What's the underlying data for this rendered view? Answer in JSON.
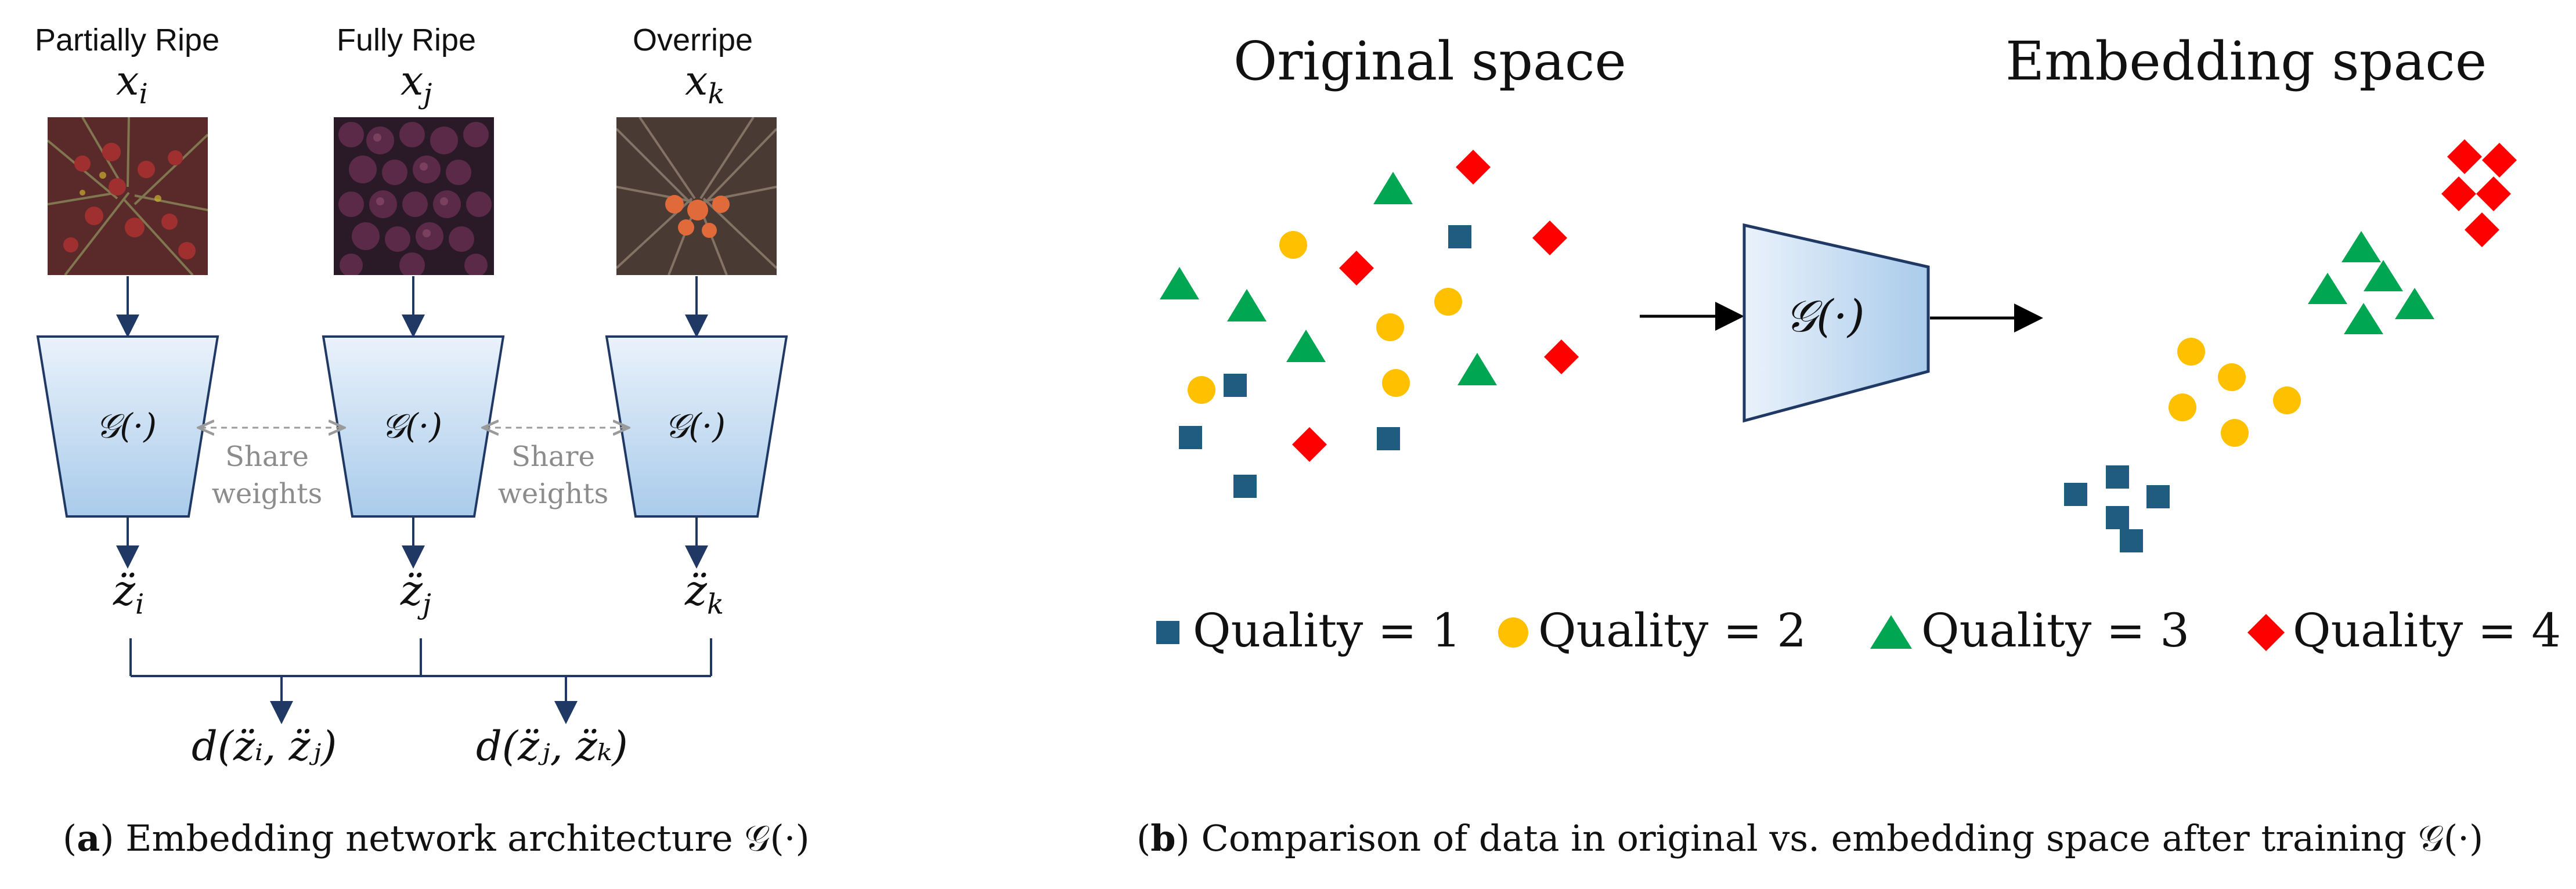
{
  "panel_a": {
    "inputs": [
      {
        "label": "Partially Ripe",
        "var": "x",
        "sub": "i",
        "photo": "partially-ripe-fruit"
      },
      {
        "label": "Fully Ripe",
        "var": "x",
        "sub": "j",
        "photo": "fully-ripe-fruit"
      },
      {
        "label": "Overripe",
        "var": "x",
        "sub": "k",
        "photo": "overripe-fruit"
      }
    ],
    "encoder_label": "𝒢(·)",
    "share_weights": [
      "Share",
      "weights"
    ],
    "outputs": [
      {
        "var": "z̈",
        "sub": "i"
      },
      {
        "var": "z̈",
        "sub": "j"
      },
      {
        "var": "z̈",
        "sub": "k"
      }
    ],
    "distances": [
      "d(z̈ᵢ, z̈ⱼ)",
      "d(z̈ⱼ, z̈ₖ)"
    ],
    "caption_tag": "a",
    "caption_text": "Embedding network architecture 𝒢(·)"
  },
  "panel_b": {
    "title_left": "Original space",
    "title_right": "Embedding space",
    "encoder_label": "𝒢(·)",
    "legend": [
      {
        "label": "Quality = 1",
        "shape": "square",
        "color": "#1f5c80"
      },
      {
        "label": "Quality = 2",
        "shape": "circle",
        "color": "#ffc000"
      },
      {
        "label": "Quality = 3",
        "shape": "triangle",
        "color": "#00a651"
      },
      {
        "label": "Quality = 4",
        "shape": "diamond",
        "color": "#ff0000"
      }
    ],
    "caption_tag": "b",
    "caption_text": "Comparison of data in original vs. embedding space after training 𝒢(·)"
  },
  "colors": {
    "arrow": "#1f3864",
    "encoder_fill_top": "#eaf2fb",
    "encoder_fill_bottom": "#a9cbeb",
    "encoder_stroke": "#1f3864",
    "dashed": "#9a9a9a",
    "share_text": "#8c8c8c"
  }
}
